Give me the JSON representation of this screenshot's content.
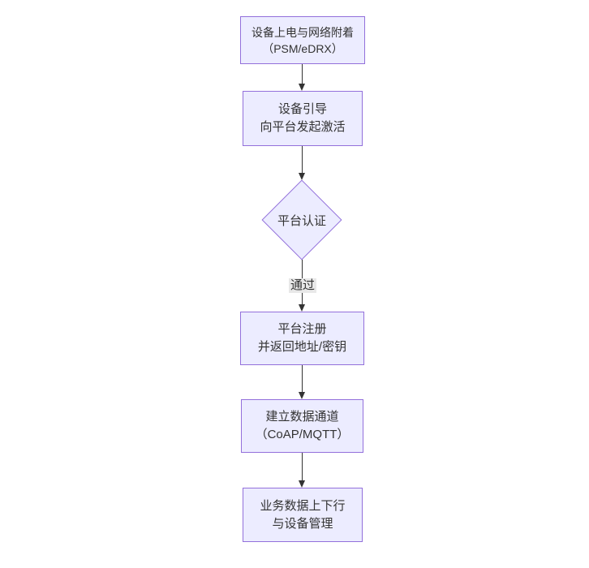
{
  "colors": {
    "node_fill": "#ECECFF",
    "node_border": "#9370DB",
    "edge_color": "#333333",
    "text_color": "#333333",
    "edge_label_bg": "#e8e8e8",
    "page_background": "#ffffff"
  },
  "flowchart": {
    "nodes": [
      {
        "id": "power-attach",
        "shape": "rect",
        "line1": "设备上电与网络附着",
        "line2": "（PSM/eDRX）"
      },
      {
        "id": "bootstrap",
        "shape": "rect",
        "line1": "设备引导",
        "line2": "向平台发起激活"
      },
      {
        "id": "auth",
        "shape": "diamond",
        "line1": "平台认证",
        "line2": ""
      },
      {
        "id": "register",
        "shape": "rect",
        "line1": "平台注册",
        "line2": "并返回地址/密钥"
      },
      {
        "id": "data-channel",
        "shape": "rect",
        "line1": "建立数据通道",
        "line2": "（CoAP/MQTT）"
      },
      {
        "id": "business",
        "shape": "rect",
        "line1": "业务数据上下行",
        "line2": "与设备管理"
      }
    ],
    "edges": [
      {
        "from": "power-attach",
        "to": "bootstrap",
        "label": ""
      },
      {
        "from": "bootstrap",
        "to": "auth",
        "label": ""
      },
      {
        "from": "auth",
        "to": "register",
        "label": "通过"
      },
      {
        "from": "register",
        "to": "data-channel",
        "label": ""
      },
      {
        "from": "data-channel",
        "to": "business",
        "label": ""
      }
    ]
  }
}
